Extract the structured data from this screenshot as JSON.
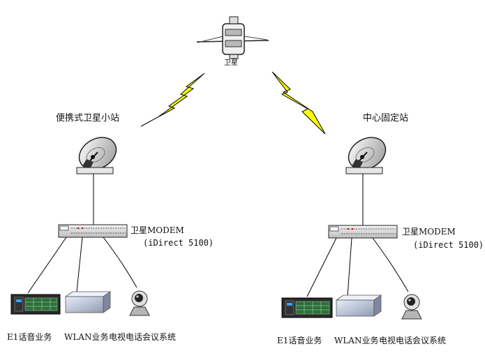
{
  "satellite": {
    "label": "卫星"
  },
  "stations": [
    {
      "name": "便携式卫星小站",
      "modem_label": "卫星MODEM",
      "modem_model": "(iDirect 5100)",
      "services": [
        "E1话音业务",
        "WLAN业务",
        "电视电话会议系统"
      ]
    },
    {
      "name": "中心固定站",
      "modem_label": "卫星MODEM",
      "modem_model": "(iDirect 5100)",
      "services": [
        "E1话音业务",
        "WLAN业务",
        "电视电话会议系统"
      ]
    }
  ],
  "colors": {
    "lightning": "#ffff00",
    "line": "#000000"
  }
}
